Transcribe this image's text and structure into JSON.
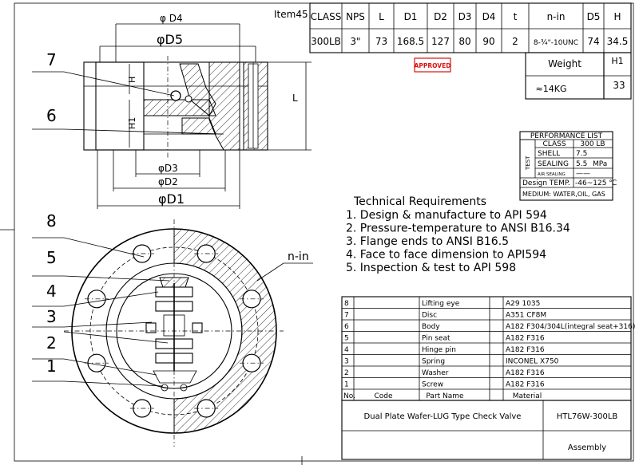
{
  "item_label": "Item45",
  "spec_table": {
    "headers": [
      "CLASS",
      "NPS",
      "L",
      "D1",
      "D2",
      "D3",
      "D4",
      "t",
      "n-in",
      "D5",
      "H"
    ],
    "row": [
      "300LB",
      "3\"",
      "73",
      "168.5",
      "127",
      "80",
      "90",
      "2",
      "8-¾\"-10UNC",
      "74",
      "34.5"
    ],
    "weight_label": "Weight",
    "weight_value": "≈14KG",
    "h1_label": "H1",
    "h1_value": "33"
  },
  "approved_stamp": "APPROVED",
  "dimensions": {
    "d4": "φ D4",
    "d5": "φD5",
    "d3": "φD3",
    "d2": "φD2",
    "d1": "φD1",
    "h": "H",
    "h1": "H1",
    "l": "L",
    "n_in": "n-in"
  },
  "balloons": [
    "7",
    "6",
    "8",
    "5",
    "4",
    "3",
    "2",
    "1"
  ],
  "performance": {
    "title": "PERFORMANCE LIST",
    "class_label": "CLASS",
    "class_value": "300 LB",
    "test_label": "TEST",
    "shell_label": "SHELL",
    "shell_value": "7.5",
    "sealing_label": "SEALING",
    "sealing_value": "5.5",
    "unit": "MPa",
    "air_label": "AIR SEALING",
    "air_value": "——",
    "temp_label": "Design TEMP.",
    "temp_value": "-46~125 ℃",
    "medium": "MEDIUM: WATER,OIL, GAS"
  },
  "tech_req": {
    "title": "Technical Requirements",
    "items": [
      "1. Design & manufacture to API 594",
      "2. Pressure-temperature to ANSI B16.34",
      "3. Flange ends to ANSI B16.5",
      "4. Face to face dimension to API594",
      "5. Inspection & test to API 598"
    ]
  },
  "bom": {
    "rows": [
      {
        "no": "8",
        "code": "",
        "name": "Lifting eye",
        "material": "A29 1035"
      },
      {
        "no": "7",
        "code": "",
        "name": "Disc",
        "material": "A351 CF8M"
      },
      {
        "no": "6",
        "code": "",
        "name": "Body",
        "material": "A182 F304/304L(integral seat+316)"
      },
      {
        "no": "5",
        "code": "",
        "name": "Pin seat",
        "material": "A182 F316"
      },
      {
        "no": "4",
        "code": "",
        "name": "Hinge pin",
        "material": "A182 F316"
      },
      {
        "no": "3",
        "code": "",
        "name": "Spring",
        "material": "INCONEL X750"
      },
      {
        "no": "2",
        "code": "",
        "name": "Washer",
        "material": "A182 F316"
      },
      {
        "no": "1",
        "code": "",
        "name": "Screw",
        "material": "A182 F316"
      }
    ],
    "header": {
      "no": "No.",
      "code": "Code",
      "name": "Part Name",
      "material": "Material"
    }
  },
  "title_block": {
    "description": "Dual Plate Wafer-LUG Type Check Valve",
    "model": "HTL76W-300LB",
    "type": "Assembly"
  }
}
